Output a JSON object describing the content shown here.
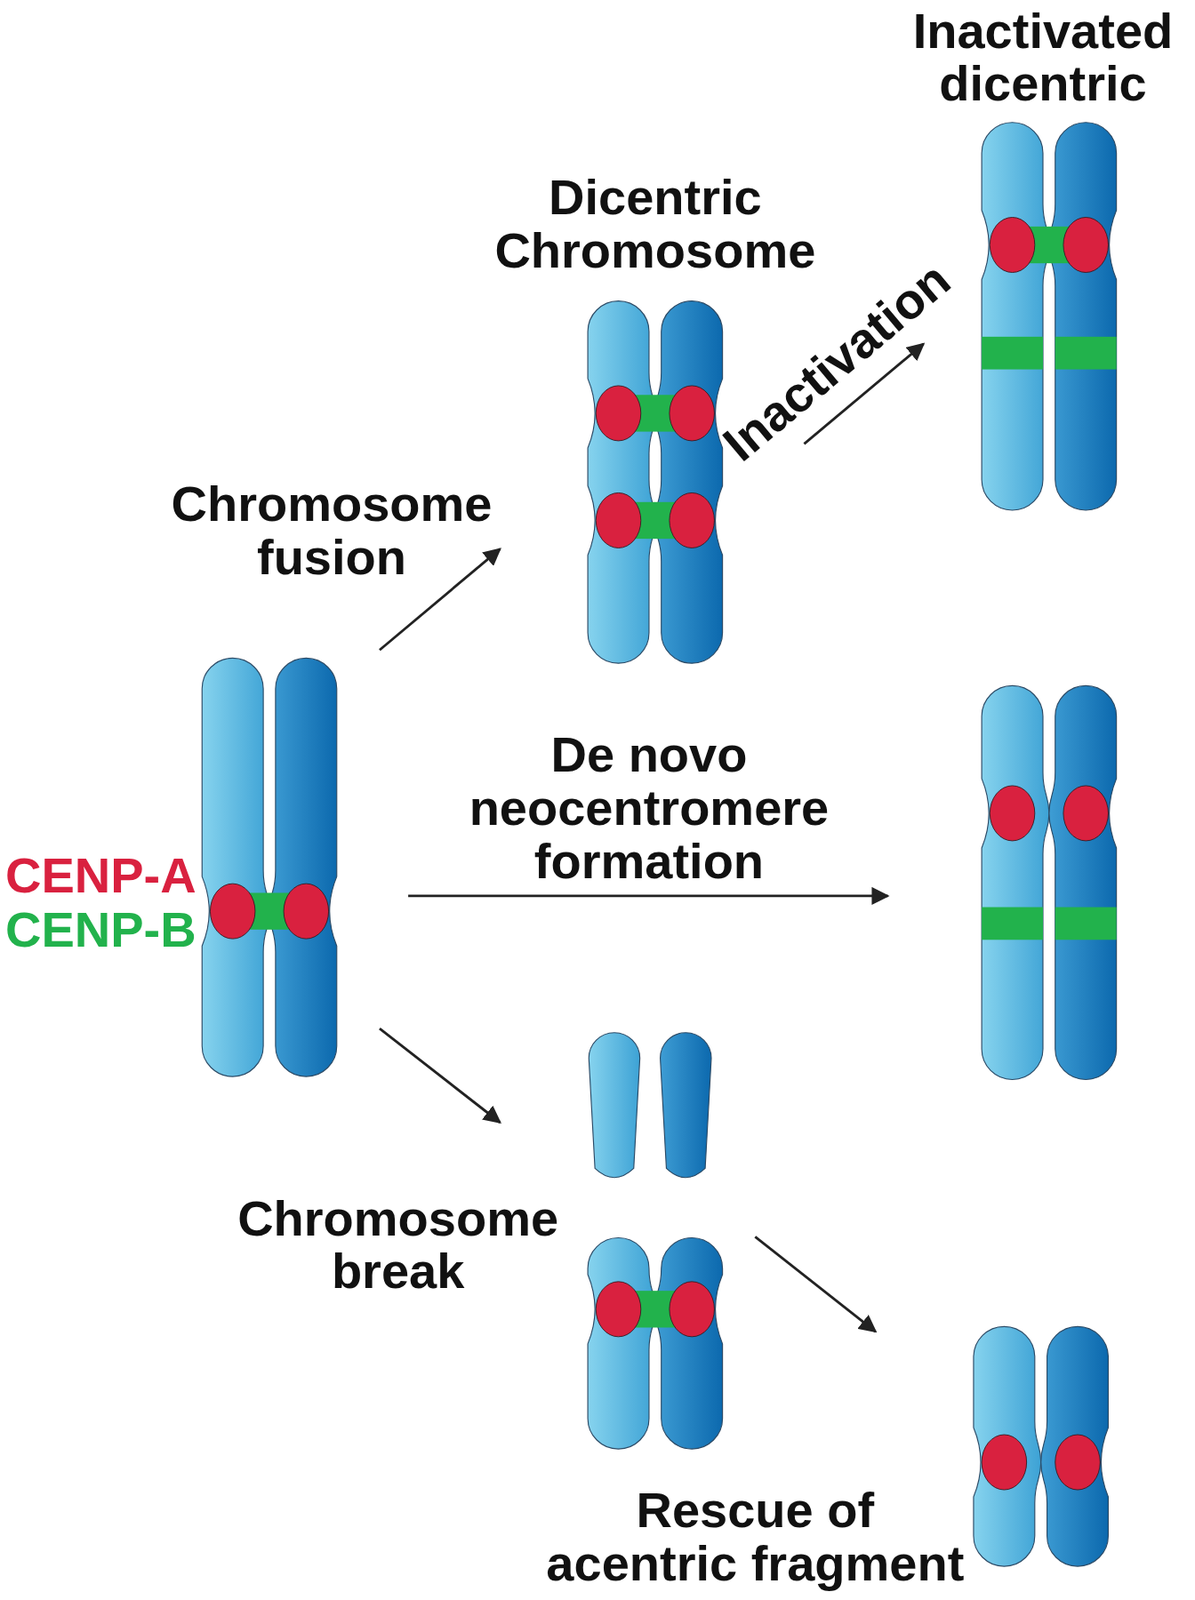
{
  "diagram": {
    "labels": [
      "Inactivated dicentric",
      "Dicentric Chromosome",
      "Inactivation",
      "Chromosome fusion",
      "De novo neocentromere formation",
      "Chromosome break",
      "Rescue of acentric fragment"
    ],
    "legend": [
      {
        "text": "CENP-A",
        "color": "#d9213f"
      },
      {
        "text": "CENP-B",
        "color": "#22b24c"
      }
    ]
  }
}
